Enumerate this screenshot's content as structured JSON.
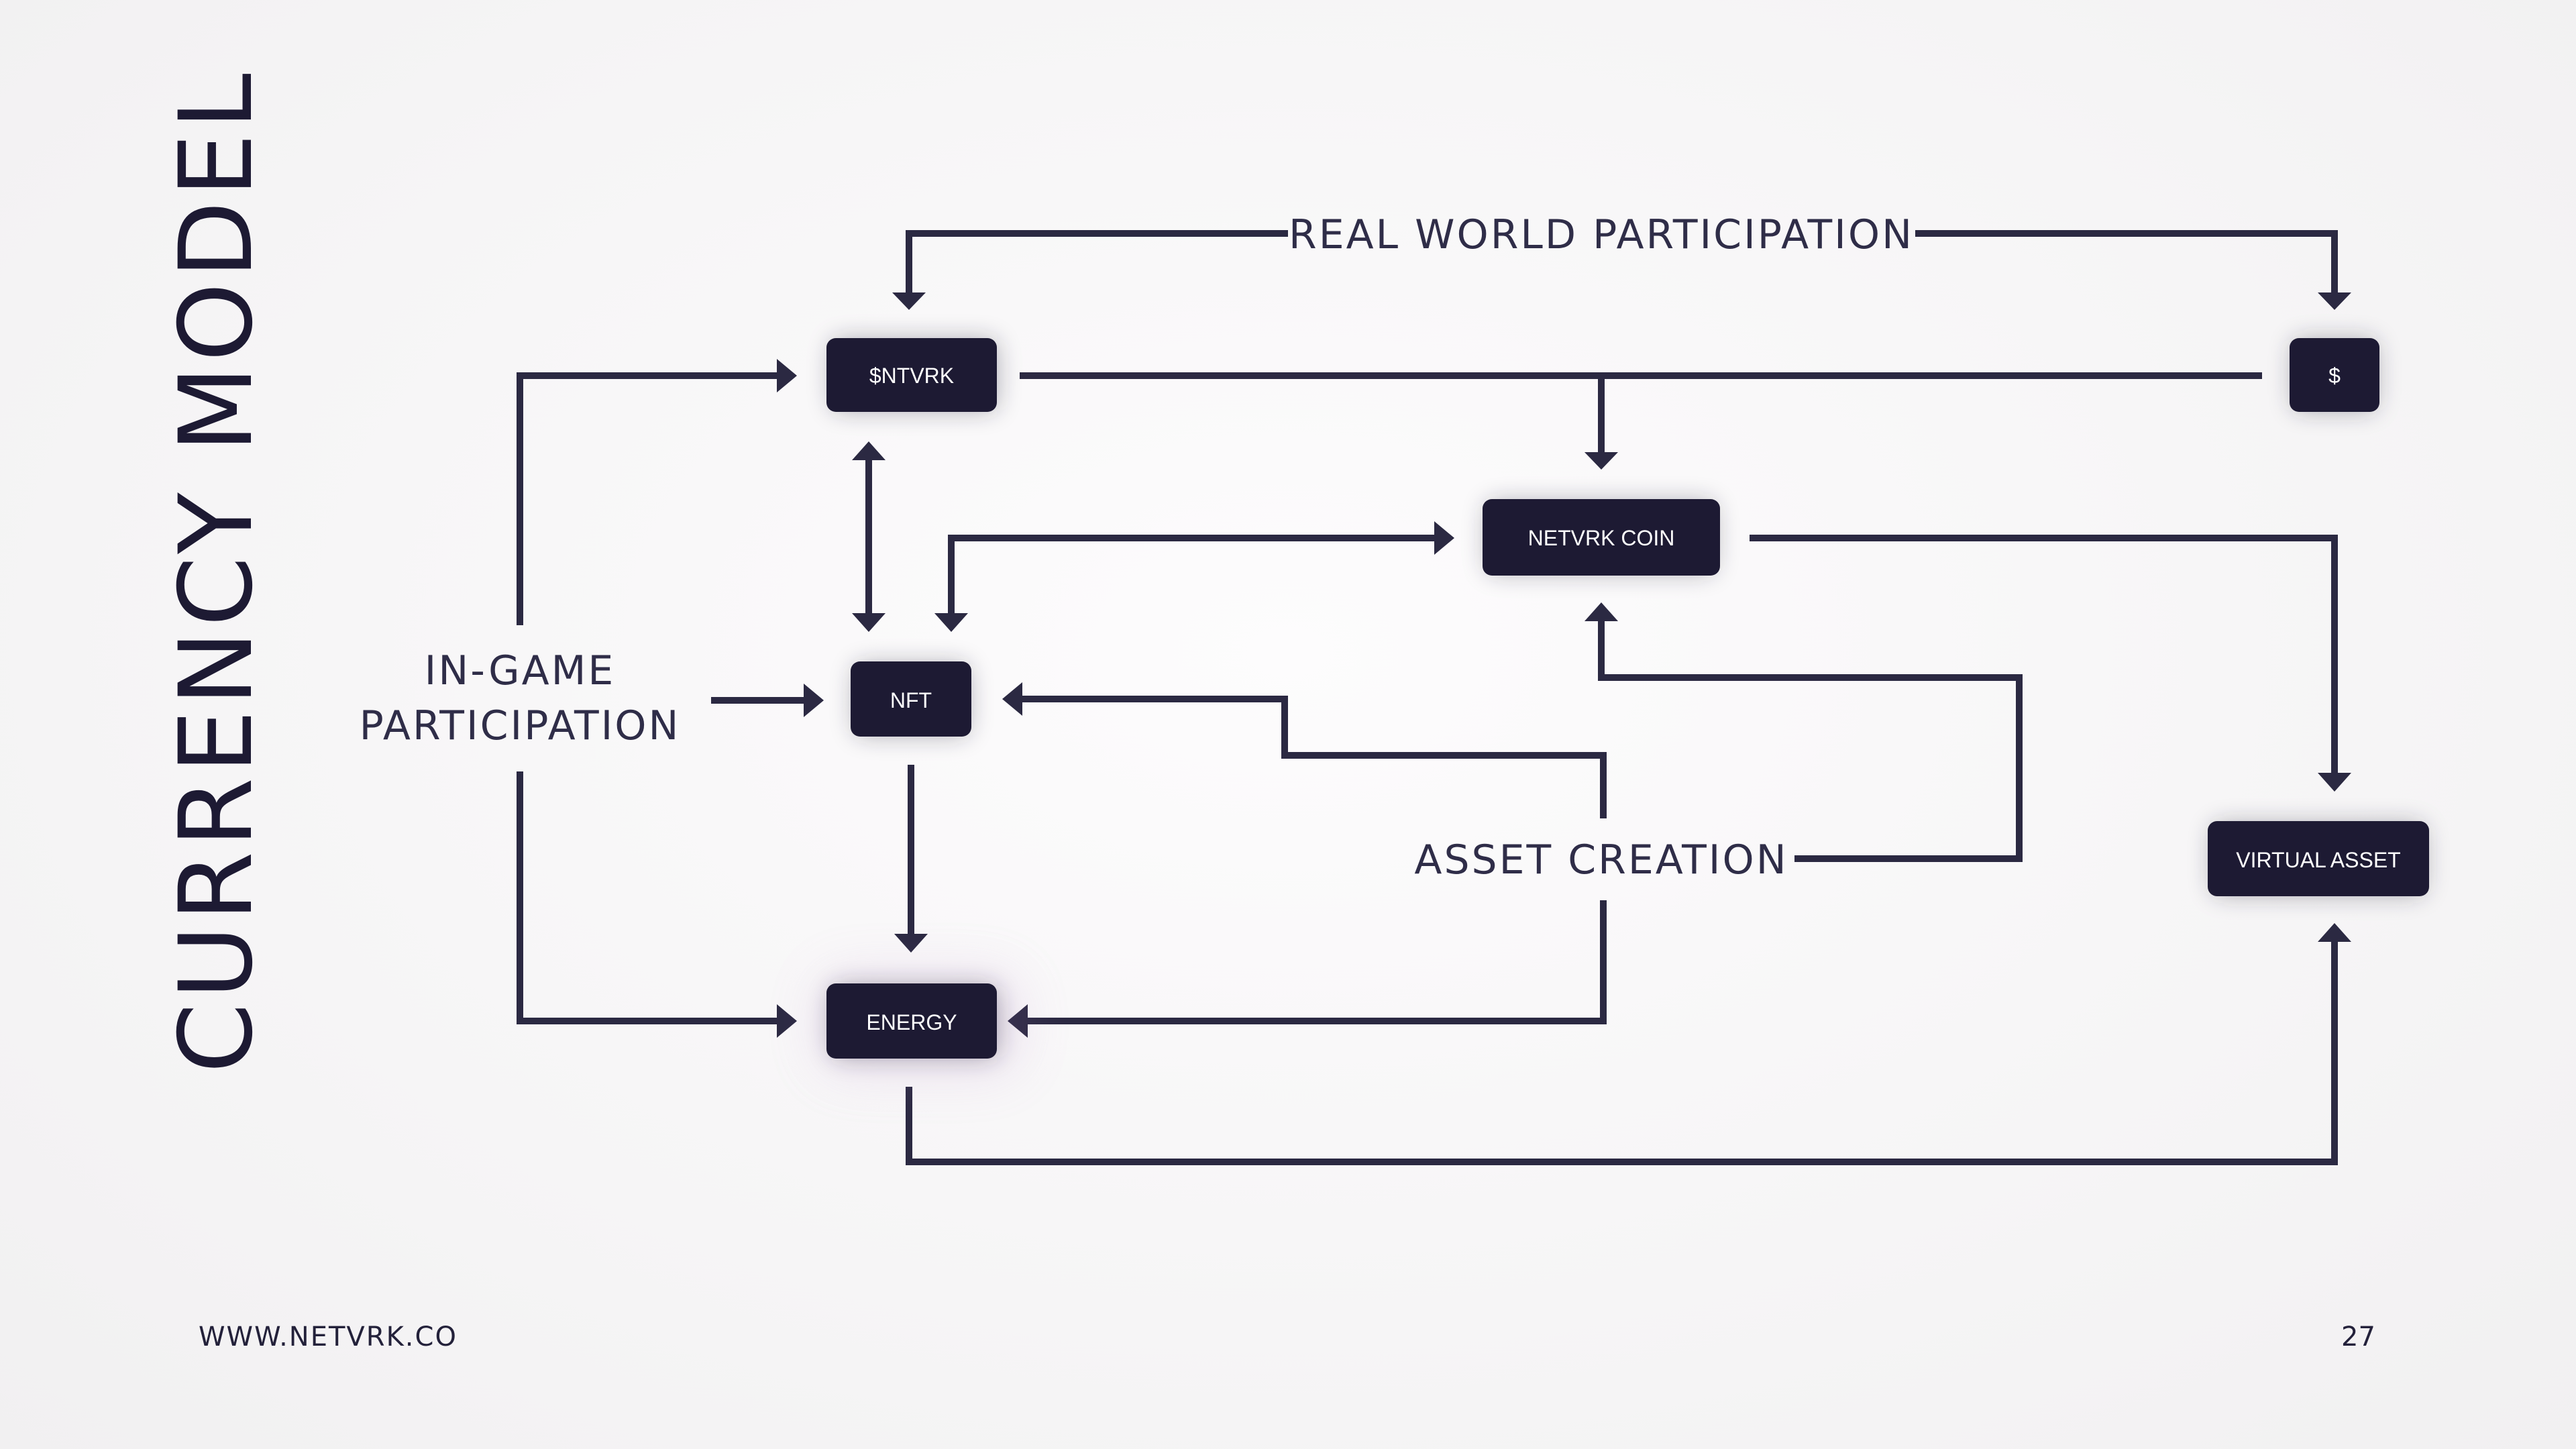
{
  "title": "CURRENCY MODEL",
  "footer": {
    "url": "WWW.NETVRK.CO",
    "page_number": "27"
  },
  "nodes": {
    "ntvrk": "$NTVRK",
    "dollar": "$",
    "netvrk_coin": "NETVRK COIN",
    "nft": "NFT",
    "energy": "ENERGY",
    "virtual_asset": "VIRTUAL ASSET"
  },
  "labels": {
    "real_world": "REAL WORLD PARTICIPATION",
    "in_game_line1": "IN-GAME",
    "in_game_line2": "PARTICIPATION",
    "asset_creation": "ASSET CREATION"
  },
  "edges": [
    {
      "from": "real_world",
      "to": "ntvrk"
    },
    {
      "from": "real_world",
      "to": "dollar"
    },
    {
      "from": "ntvrk",
      "to": "dollar",
      "bidirectional": true
    },
    {
      "from": "ntvrk",
      "to": "netvrk_coin"
    },
    {
      "from": "in_game",
      "to": "ntvrk"
    },
    {
      "from": "in_game",
      "to": "nft"
    },
    {
      "from": "in_game",
      "to": "energy"
    },
    {
      "from": "ntvrk",
      "to": "nft",
      "bidirectional": true
    },
    {
      "from": "nft",
      "to": "netvrk_coin",
      "bidirectional": true
    },
    {
      "from": "netvrk_coin",
      "to": "virtual_asset"
    },
    {
      "from": "asset_creation",
      "to": "nft"
    },
    {
      "from": "asset_creation",
      "to": "netvrk_coin"
    },
    {
      "from": "asset_creation",
      "to": "energy"
    },
    {
      "from": "nft",
      "to": "energy"
    },
    {
      "from": "energy",
      "to": "virtual_asset"
    }
  ],
  "colors": {
    "node_fill": "#1d1a33",
    "line": "#2b2942",
    "text": "#23213a",
    "background": "#f6f5f6"
  }
}
